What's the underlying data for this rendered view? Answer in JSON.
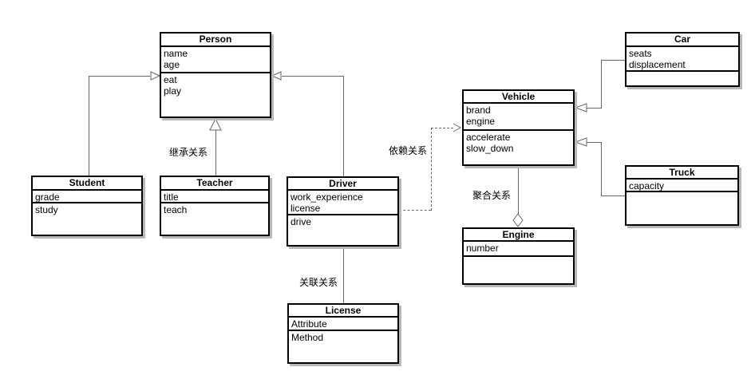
{
  "diagram": {
    "classes": {
      "person": {
        "name": "Person",
        "attributes": [
          "name",
          "age"
        ],
        "methods": [
          "eat",
          "play"
        ]
      },
      "student": {
        "name": "Student",
        "attributes": [
          "grade"
        ],
        "methods": [
          "study"
        ]
      },
      "teacher": {
        "name": "Teacher",
        "attributes": [
          "title"
        ],
        "methods": [
          "teach"
        ]
      },
      "driver": {
        "name": "Driver",
        "attributes": [
          "work_experience",
          "license"
        ],
        "methods": [
          "drive"
        ]
      },
      "license": {
        "name": "License",
        "attributes": [
          "Attribute"
        ],
        "methods": [
          "Method"
        ]
      },
      "vehicle": {
        "name": "Vehicle",
        "attributes": [
          "brand",
          "engine"
        ],
        "methods": [
          "accelerate",
          "slow_down"
        ]
      },
      "engine": {
        "name": "Engine",
        "attributes": [
          "number"
        ],
        "methods": []
      },
      "car": {
        "name": "Car",
        "attributes": [
          "seats",
          "displacement"
        ],
        "methods": []
      },
      "truck": {
        "name": "Truck",
        "attributes": [
          "capacity"
        ],
        "methods": []
      }
    },
    "labels": {
      "inheritance": "继承关系",
      "association": "关联关系",
      "dependency": "依赖关系",
      "aggregation": "聚合关系"
    },
    "relationships": [
      {
        "from": "Student",
        "to": "Person",
        "type": "inheritance"
      },
      {
        "from": "Teacher",
        "to": "Person",
        "type": "inheritance",
        "label": "继承关系"
      },
      {
        "from": "Driver",
        "to": "Person",
        "type": "inheritance"
      },
      {
        "from": "Driver",
        "to": "License",
        "type": "association",
        "label": "关联关系"
      },
      {
        "from": "Driver",
        "to": "Vehicle",
        "type": "dependency",
        "label": "依赖关系"
      },
      {
        "from": "Vehicle",
        "to": "Engine",
        "type": "aggregation",
        "label": "聚合关系"
      },
      {
        "from": "Car",
        "to": "Vehicle",
        "type": "inheritance"
      },
      {
        "from": "Truck",
        "to": "Vehicle",
        "type": "inheritance"
      }
    ],
    "colors": {
      "box_border": "#000000",
      "box_fill": "#ffffff",
      "connector": "#666666",
      "shadow": "#b9b9b9"
    }
  }
}
